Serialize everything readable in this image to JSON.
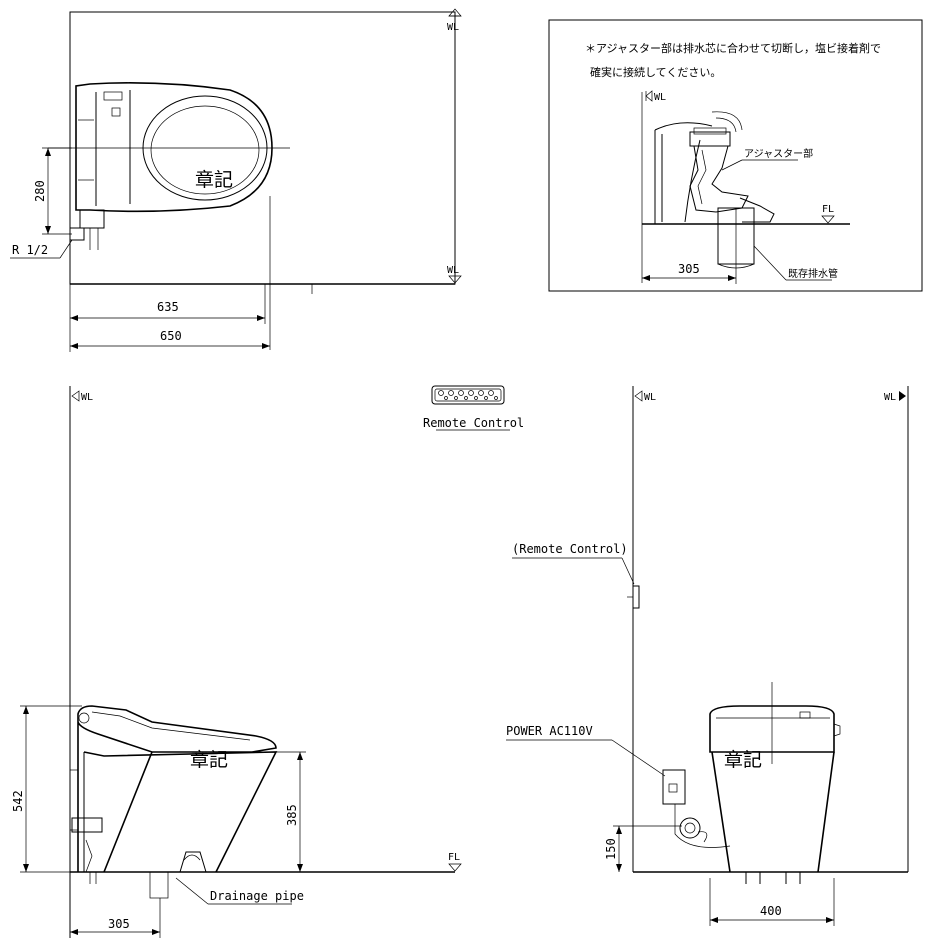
{
  "labels": {
    "wl": "WL",
    "fl": "FL",
    "r_half": "R 1/2",
    "remote_control": "Remote Control",
    "remote_control_paren": "(Remote Control)",
    "power": "POWER AC110V",
    "drainage_pipe": "Drainage pipe",
    "stamp": "章記"
  },
  "dimensions": {
    "d280": "280",
    "d635": "635",
    "d650": "650",
    "d305_top": "305",
    "d542": "542",
    "d385": "385",
    "d305_side": "305",
    "d150": "150",
    "d400": "400"
  },
  "note": {
    "line1": "＊アジャスター部は排水芯に合わせて切断し，塩ビ接着剤で",
    "line2": "確実に接続してください。",
    "adjuster": "アジャスター部",
    "existing_pipe": "既存排水管"
  }
}
